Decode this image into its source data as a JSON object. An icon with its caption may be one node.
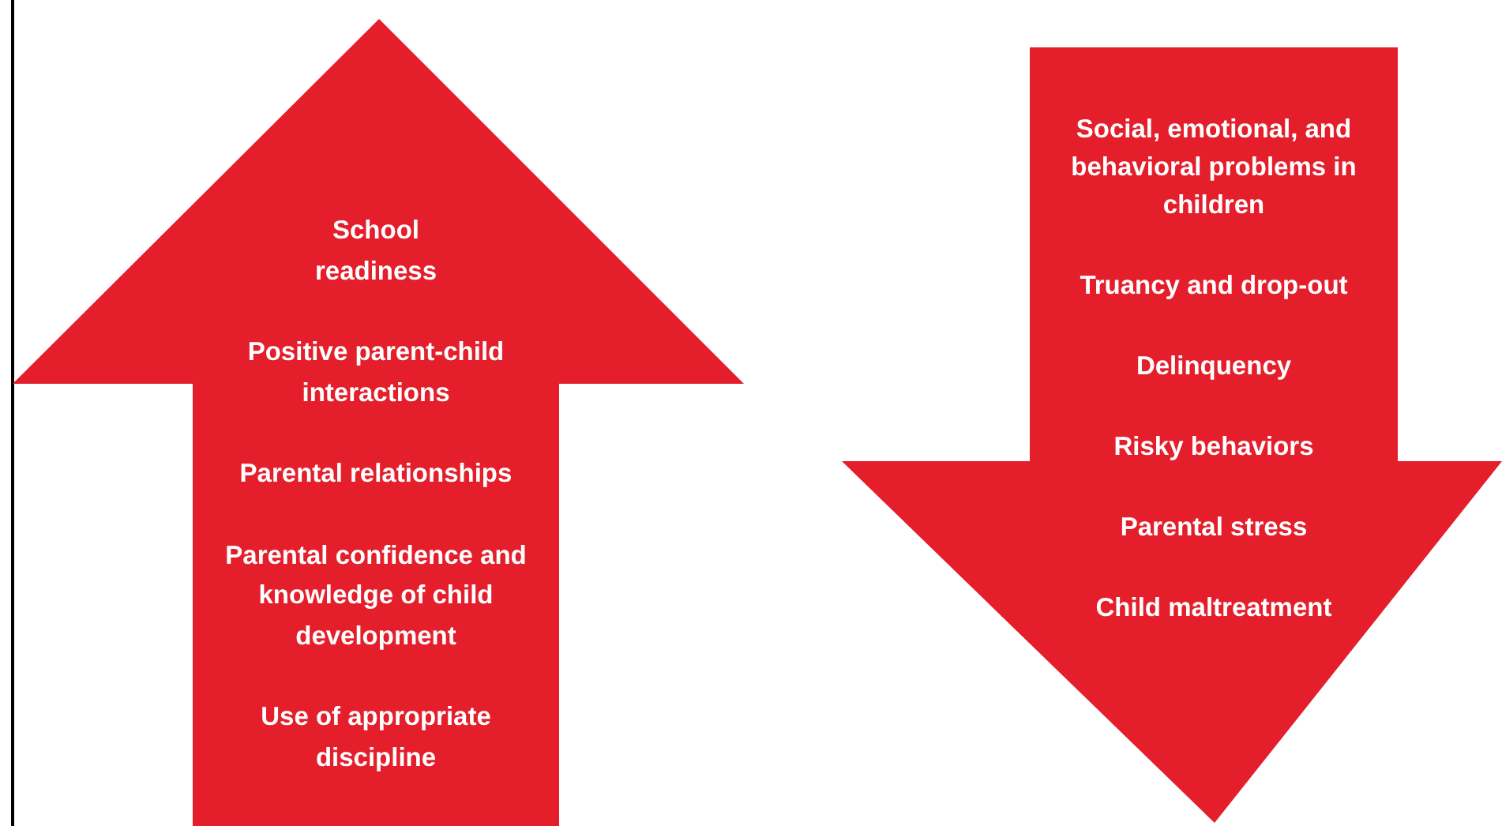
{
  "diagram": {
    "nodes": [
      {
        "text": [
          "School readiness",
          "Positive parent-child interactions",
          "Parental relationships",
          "Parental confidence and knowledge of child development",
          "Use of appropriate discipline"
        ]
      },
      {
        "text": [
          "Social, emotional, and behavioral problems in children",
          "Truancy and drop-out",
          "Delinquency",
          "Risky behaviors",
          "Parental stress",
          "Child maltreatment"
        ]
      }
    ]
  }
}
